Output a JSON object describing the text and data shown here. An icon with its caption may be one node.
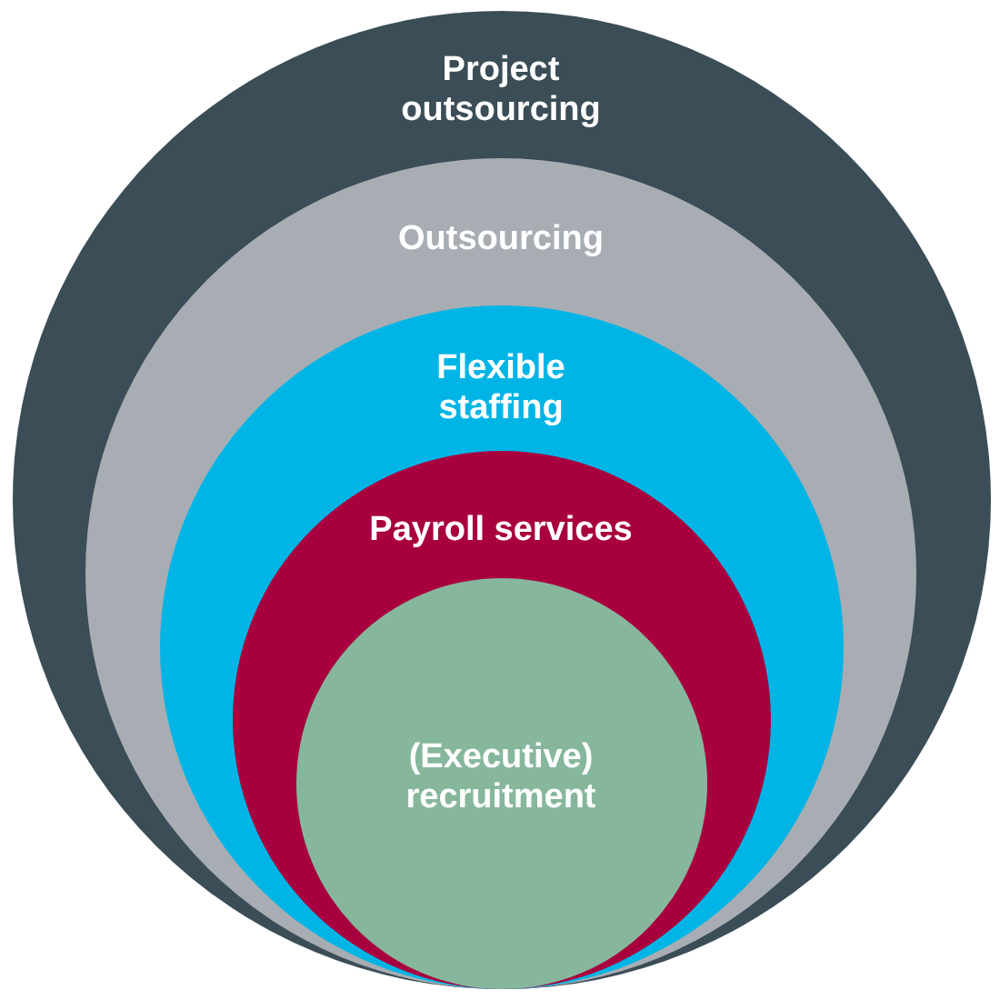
{
  "diagram": {
    "nodes": [
      {
        "text": [
          "Project outsourcing"
        ]
      },
      {
        "text": [
          "Outsourcing"
        ],
        "in": 0
      },
      {
        "text": [
          "Flexible staffing"
        ],
        "in": 1
      },
      {
        "text": [
          "Payroll services"
        ],
        "in": 2
      },
      {
        "text": [
          "(Executive) recruitment"
        ],
        "in": 3
      }
    ]
  }
}
